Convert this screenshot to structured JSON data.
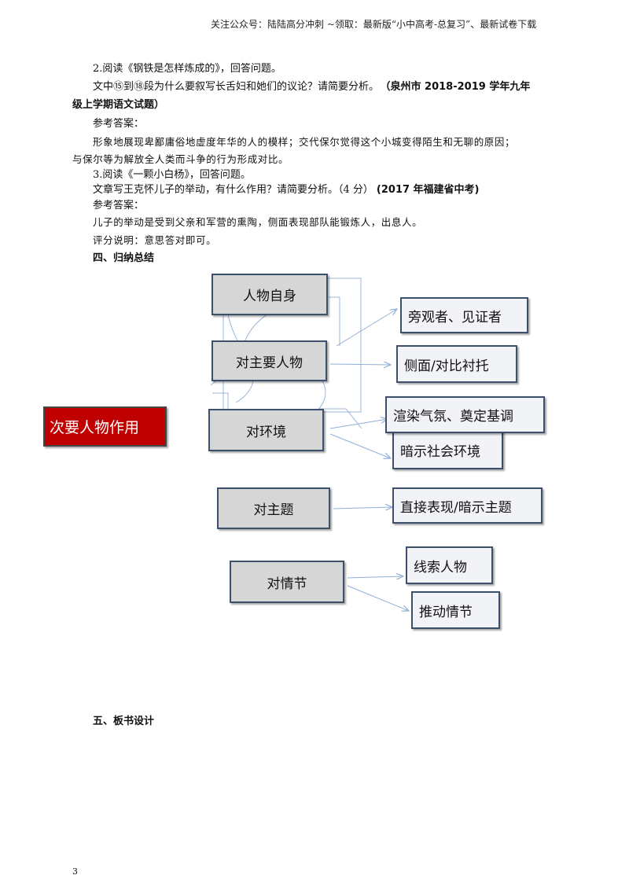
{
  "header": "关注公众号：陆陆高分冲刺   ~领取：最新版“小中高考-总复习”、最新试卷下载",
  "q2": {
    "title": "2.阅读《钢铁是怎样炼成的》，回答问题。",
    "question": "文中⑮到⑱段为什么要叙写长舌妇和她们的议论？请简要分析。",
    "source_a": "（泉州市 2018-2019 学年九年",
    "source_b": "级上学期语文试题）",
    "ref_label": "参考答案：",
    "answer_a": "形象地展现卑鄙庸俗地虚度年华的人的模样；交代保尔觉得这个小城变得陌生和无聊的原因；",
    "answer_b": "与保尔等为解放全人类而斗争的行为形成对比。"
  },
  "q3": {
    "title": "3.阅读《一颗小白杨》，回答问题。",
    "question": "文章写王克怀儿子的举动，有什么作用？请简要分析。（4 分）",
    "source": "(2017 年福建省中考)",
    "ref_label": "参考答案：",
    "answer": "儿子的举动是受到父亲和军营的熏陶，侧面表现部队能锻炼人，出息人。",
    "note": "评分说明：意思答对即可。"
  },
  "section4_title": "四、归纳总结",
  "diagram": {
    "main": "次要人物作用",
    "left": [
      "人物自身",
      "对主要人物",
      "对环境",
      "对主题",
      "对情节"
    ],
    "right": [
      "旁观者、见证者",
      "侧面/对比衬托",
      "渲染气氛、奠定基调",
      "暗示社会环境",
      "直接表现/暗示主题",
      "线索人物",
      "推动情节"
    ]
  },
  "section5_title": "五、板书设计",
  "page_number": "3"
}
